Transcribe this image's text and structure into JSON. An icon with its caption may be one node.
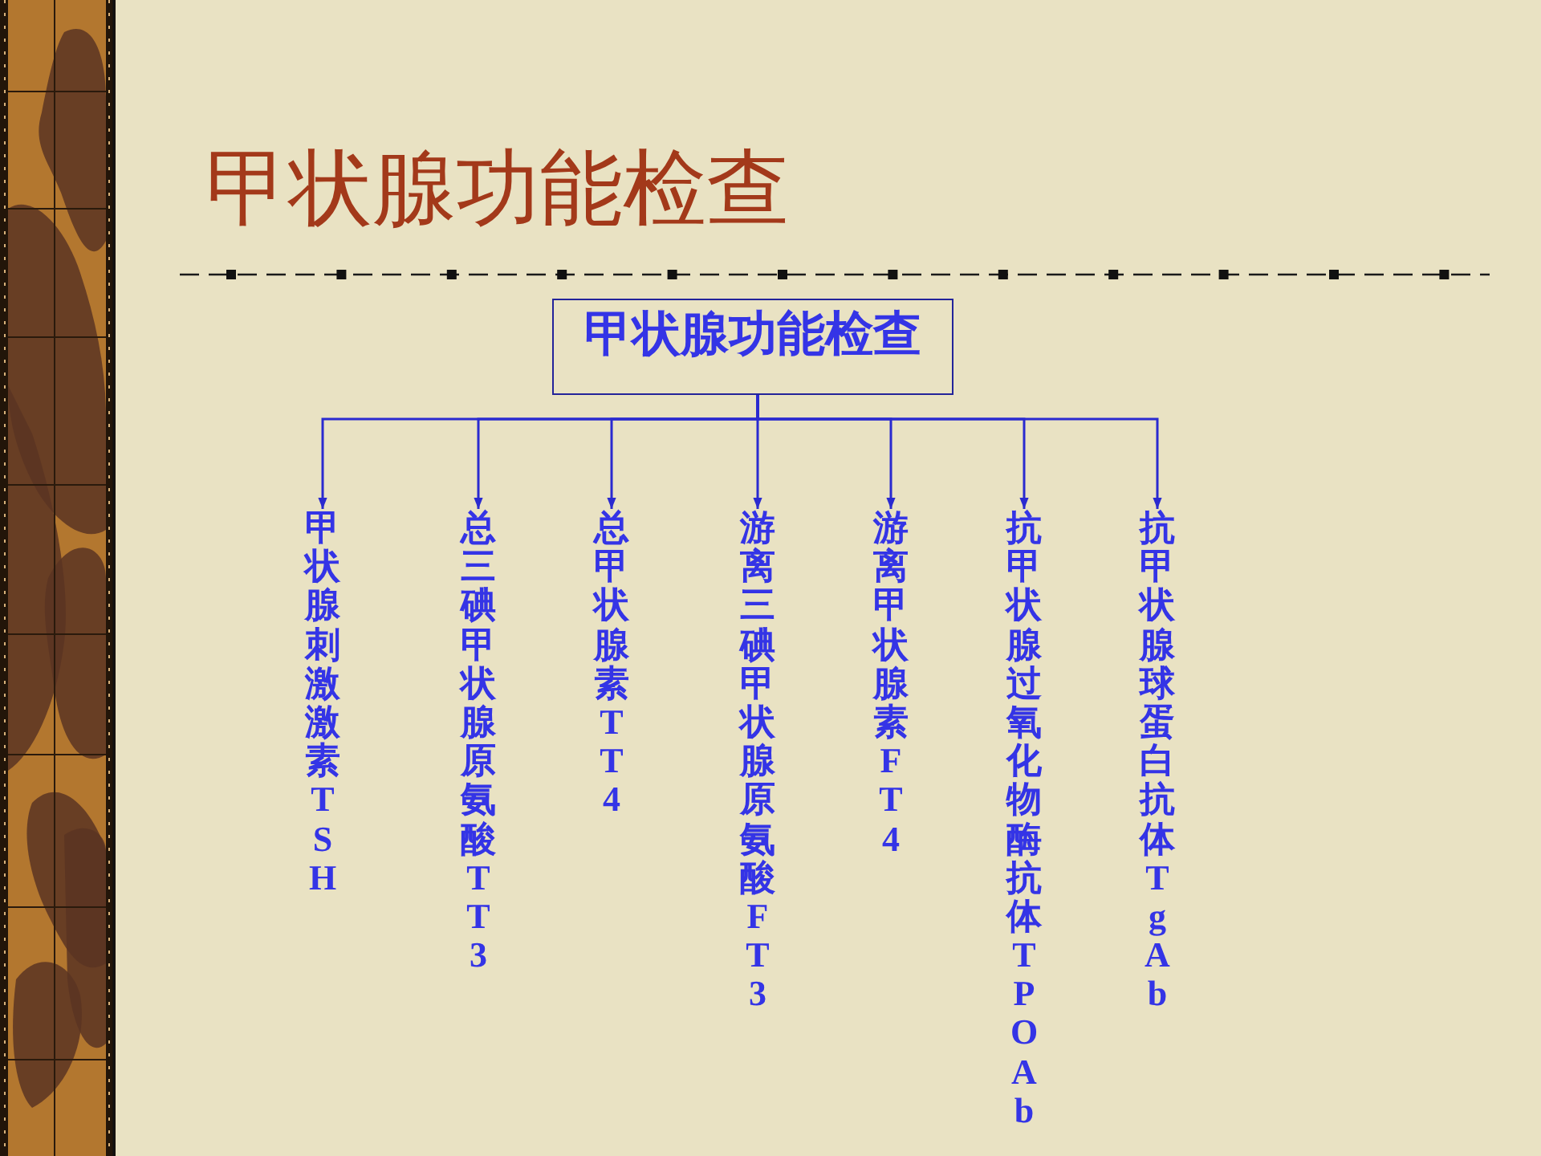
{
  "diagram": {
    "title": "甲状腺功能检查",
    "nodes": [
      {
        "text": [
          "甲状腺功能检查"
        ]
      },
      {
        "text": [
          "甲状腺刺激激素TSH"
        ]
      },
      {
        "text": [
          "总三碘甲状腺原氨酸TT3"
        ]
      },
      {
        "text": [
          "总甲状腺素TT4"
        ]
      },
      {
        "text": [
          "游离三碘甲状腺原氨酸FT3"
        ]
      },
      {
        "text": [
          "游离甲状腺素FT4"
        ]
      },
      {
        "text": [
          "抗甲状腺过氧化物酶抗体TPOAb"
        ]
      },
      {
        "text": [
          "抗甲状腺球蛋白抗体TgAb"
        ]
      }
    ],
    "edges": [
      {
        "from": 0,
        "to": 1,
        "arrow": "to"
      },
      {
        "from": 0,
        "to": 2,
        "arrow": "to"
      },
      {
        "from": 0,
        "to": 3,
        "arrow": "to"
      },
      {
        "from": 0,
        "to": 4,
        "arrow": "to"
      },
      {
        "from": 0,
        "to": 5,
        "arrow": "to"
      },
      {
        "from": 0,
        "to": 6,
        "arrow": "to"
      },
      {
        "from": 0,
        "to": 7,
        "arrow": "to"
      }
    ]
  }
}
